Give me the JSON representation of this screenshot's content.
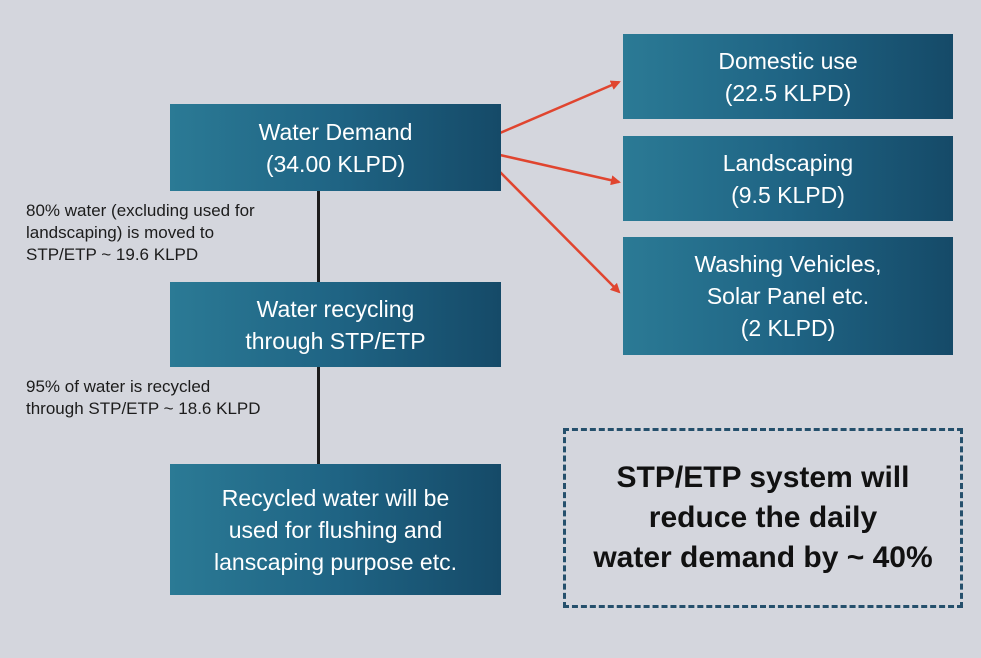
{
  "boxes": {
    "water_demand": [
      "Water Demand",
      "(34.00 KLPD)"
    ],
    "water_recycling": [
      "Water recycling",
      "through STP/ETP"
    ],
    "recycled_water": [
      "Recycled water will be",
      "used for flushing and",
      "lanscaping purpose etc."
    ],
    "domestic_use": [
      "Domestic use",
      "(22.5 KLPD)"
    ],
    "landscaping": [
      "Landscaping",
      "(9.5 KLPD)"
    ],
    "washing": [
      "Washing Vehicles,",
      "Solar Panel etc.",
      "(2 KLPD)"
    ]
  },
  "notes": {
    "to_stp": [
      "80% water (excluding used for",
      "landscaping) is moved to",
      "STP/ETP ~ 19.6 KLPD"
    ],
    "recycled": [
      "95% of water is recycled",
      "through STP/ETP ~ 18.6 KLPD"
    ]
  },
  "callout": [
    "STP/ETP system will",
    "reduce the daily",
    "water demand by ~ 40%"
  ],
  "colors": {
    "box_gradient_start": "#2b7a95",
    "box_gradient_end": "#154a68",
    "arrow": "#e0452f",
    "connector": "#1c1c1c",
    "callout_border": "#25506c",
    "background": "#d4d6dd"
  }
}
